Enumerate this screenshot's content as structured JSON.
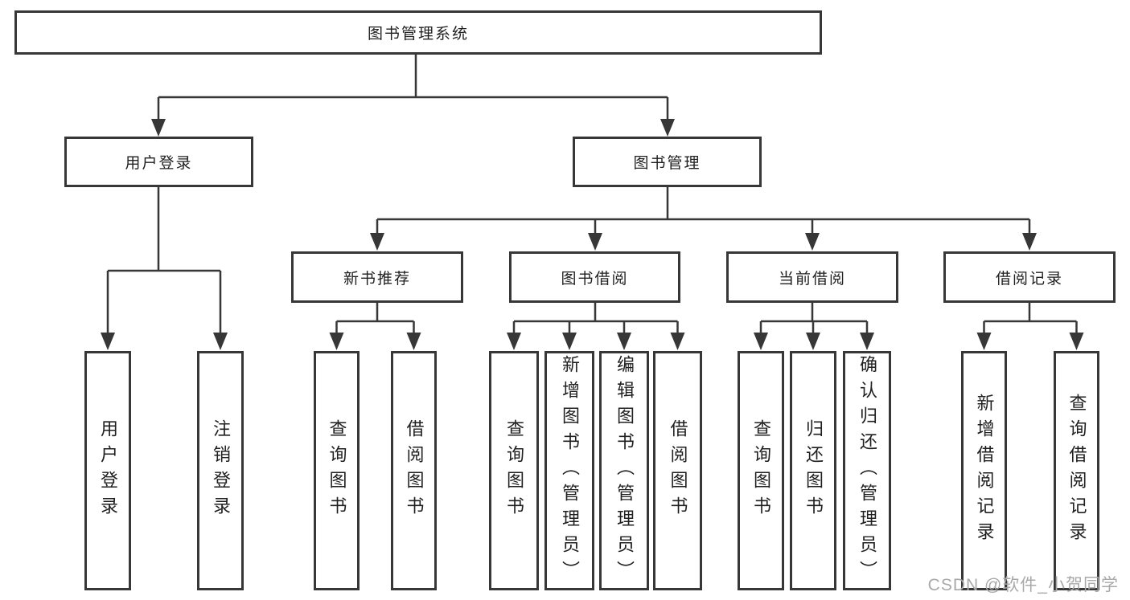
{
  "diagram": {
    "root": "图书管理系统",
    "branches": [
      {
        "label": "用户登录",
        "children": [
          "用户登录",
          "注销登录"
        ]
      },
      {
        "label": "图书管理",
        "groups": [
          {
            "label": "新书推荐",
            "children": [
              "查询图书",
              "借阅图书"
            ]
          },
          {
            "label": "图书借阅",
            "children": [
              "查询图书",
              "新增图书（管理员）",
              "编辑图书（管理员）",
              "借阅图书"
            ]
          },
          {
            "label": "当前借阅",
            "children": [
              "查询图书",
              "归还图书",
              "确认归还（管理员）"
            ]
          },
          {
            "label": "借阅记录",
            "children": [
              "新增借阅记录",
              "查询借阅记录"
            ]
          }
        ]
      }
    ],
    "colors": {
      "line": "#373737",
      "text": "#1f1f1f",
      "background": "#ffffff",
      "watermark_color": "#a9a9a9"
    }
  },
  "watermark": "CSDN @软件_小贺同学"
}
